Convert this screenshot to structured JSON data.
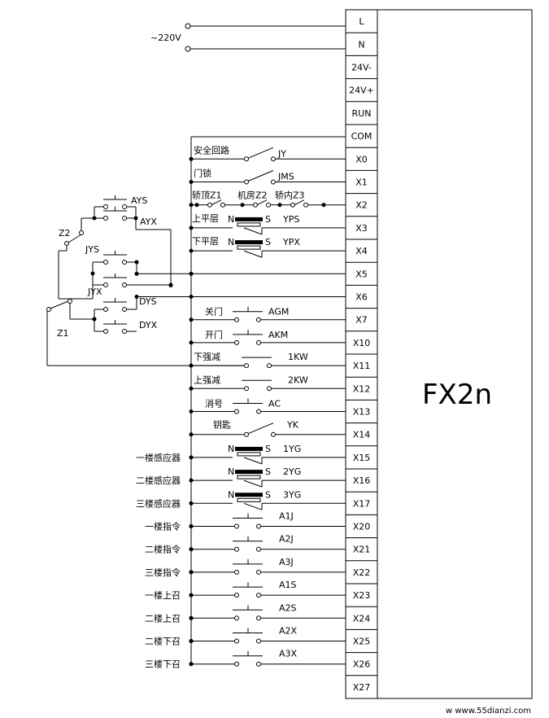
{
  "supply": {
    "label": "~220V"
  },
  "plc": {
    "model": "FX2n",
    "terminals": [
      "L",
      "N",
      "24V-",
      "24V+",
      "RUN",
      "COM",
      "X0",
      "X1",
      "X2",
      "X3",
      "X4",
      "X5",
      "X6",
      "X7",
      "X10",
      "X11",
      "X12",
      "X13",
      "X14",
      "X15",
      "X16",
      "X17",
      "X20",
      "X21",
      "X22",
      "X23",
      "X24",
      "X25",
      "X26",
      "X27"
    ]
  },
  "inputs": [
    {
      "terminal": "X0",
      "device": "安全回路",
      "tag": "JY",
      "symbol": "no-switch"
    },
    {
      "terminal": "X1",
      "device": "门锁",
      "tag": "JMS",
      "symbol": "no-switch"
    },
    {
      "terminal": "X2",
      "series": [
        {
          "label": "轿顶Z1"
        },
        {
          "label": "机房Z2"
        },
        {
          "label": "轿内Z3"
        }
      ],
      "symbol": "series-switches"
    },
    {
      "terminal": "X3",
      "device": "上平层",
      "tag": "YPS",
      "pole_n": "N",
      "pole_s": "S",
      "symbol": "magnetic-switch"
    },
    {
      "terminal": "X4",
      "device": "下平层",
      "tag": "YPX",
      "pole_n": "N",
      "pole_s": "S",
      "symbol": "magnetic-switch"
    },
    {
      "terminal": "X5",
      "symbol": "from-left"
    },
    {
      "terminal": "X6",
      "symbol": "from-left"
    },
    {
      "terminal": "X7",
      "device": "关门",
      "tag": "AGM",
      "symbol": "pushbutton"
    },
    {
      "terminal": "X10",
      "device": "开门",
      "tag": "AKM",
      "symbol": "pushbutton"
    },
    {
      "terminal": "X11",
      "device": "下强减",
      "tag": "1KW",
      "symbol": "limit-switch"
    },
    {
      "terminal": "X12",
      "device": "上强减",
      "tag": "2KW",
      "symbol": "limit-switch"
    },
    {
      "terminal": "X13",
      "device": "消号",
      "tag": "AC",
      "symbol": "pushbutton"
    },
    {
      "terminal": "X14",
      "device": "钥匙",
      "tag": "YK",
      "symbol": "no-switch"
    },
    {
      "terminal": "X15",
      "device": "一楼感应器",
      "tag": "1YG",
      "pole_n": "N",
      "pole_s": "S",
      "symbol": "magnetic-switch"
    },
    {
      "terminal": "X16",
      "device": "二楼感应器",
      "tag": "2YG",
      "pole_n": "N",
      "pole_s": "S",
      "symbol": "magnetic-switch"
    },
    {
      "terminal": "X17",
      "device": "三楼感应器",
      "tag": "3YG",
      "pole_n": "N",
      "pole_s": "S",
      "symbol": "magnetic-switch"
    },
    {
      "terminal": "X20",
      "device": "一楼指令",
      "tag": "A1J",
      "symbol": "pushbutton"
    },
    {
      "terminal": "X21",
      "device": "二楼指令",
      "tag": "A2J",
      "symbol": "pushbutton"
    },
    {
      "terminal": "X22",
      "device": "三楼指令",
      "tag": "A3J",
      "symbol": "pushbutton"
    },
    {
      "terminal": "X23",
      "device": "一楼上召",
      "tag": "A1S",
      "symbol": "pushbutton"
    },
    {
      "terminal": "X24",
      "device": "二楼上召",
      "tag": "A2S",
      "symbol": "pushbutton"
    },
    {
      "terminal": "X25",
      "device": "二楼下召",
      "tag": "A2X",
      "symbol": "pushbutton"
    },
    {
      "terminal": "X26",
      "device": "三楼下召",
      "tag": "A3X",
      "symbol": "pushbutton"
    }
  ],
  "left_network": {
    "buttons": [
      "AYS",
      "AYX",
      "JYS",
      "JYX",
      "DYS",
      "DYX"
    ],
    "selectors": [
      "Z2",
      "Z1"
    ]
  },
  "watermark": "w  www.55dianzi.com"
}
